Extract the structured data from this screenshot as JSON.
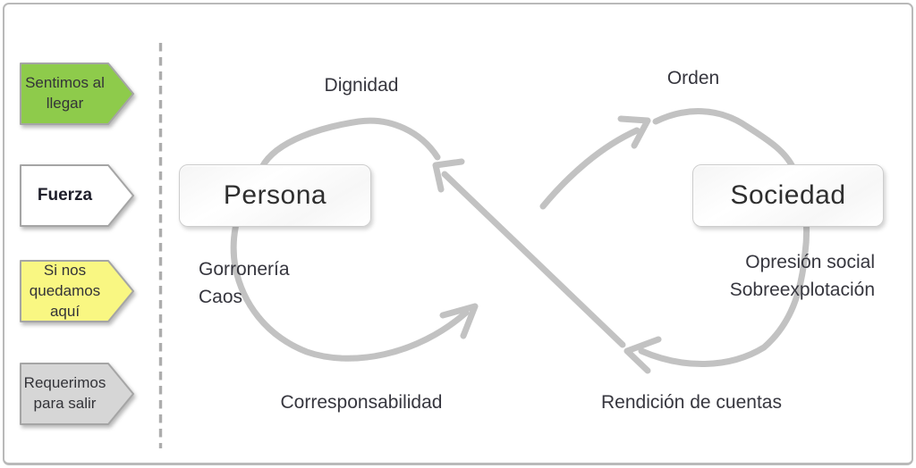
{
  "stage_arrows": [
    {
      "label": "Sentimos al llegar",
      "fill": "#8ecb4b"
    },
    {
      "label": "Fuerza",
      "fill": "#ffffff"
    },
    {
      "label": "Si nos quedamos aquí",
      "fill": "#f9f782"
    },
    {
      "label": "Requerimos para salir",
      "fill": "#d6d6d6"
    }
  ],
  "nodes": {
    "left": "Persona",
    "right": "Sociedad"
  },
  "loop_labels": {
    "top_left": "Dignidad",
    "top_right": "Orden",
    "left_side_1": "Gorronería",
    "left_side_2": "Caos",
    "right_side_1": "Opresión social",
    "right_side_2": "Sobreexplotación",
    "bottom_left": "Corresponsabilidad",
    "bottom_right": "Rendición de cuentas"
  },
  "colors": {
    "loop_stroke": "#c2c2c2",
    "dashed_line": "#adadad",
    "label_text": "#36363e",
    "node_text": "#2f2f2f",
    "frame_border": "#b9b9b9",
    "stage_green": "#8ecb4b",
    "stage_white": "#ffffff",
    "stage_yellow": "#f9f782",
    "stage_gray": "#d6d6d6"
  }
}
